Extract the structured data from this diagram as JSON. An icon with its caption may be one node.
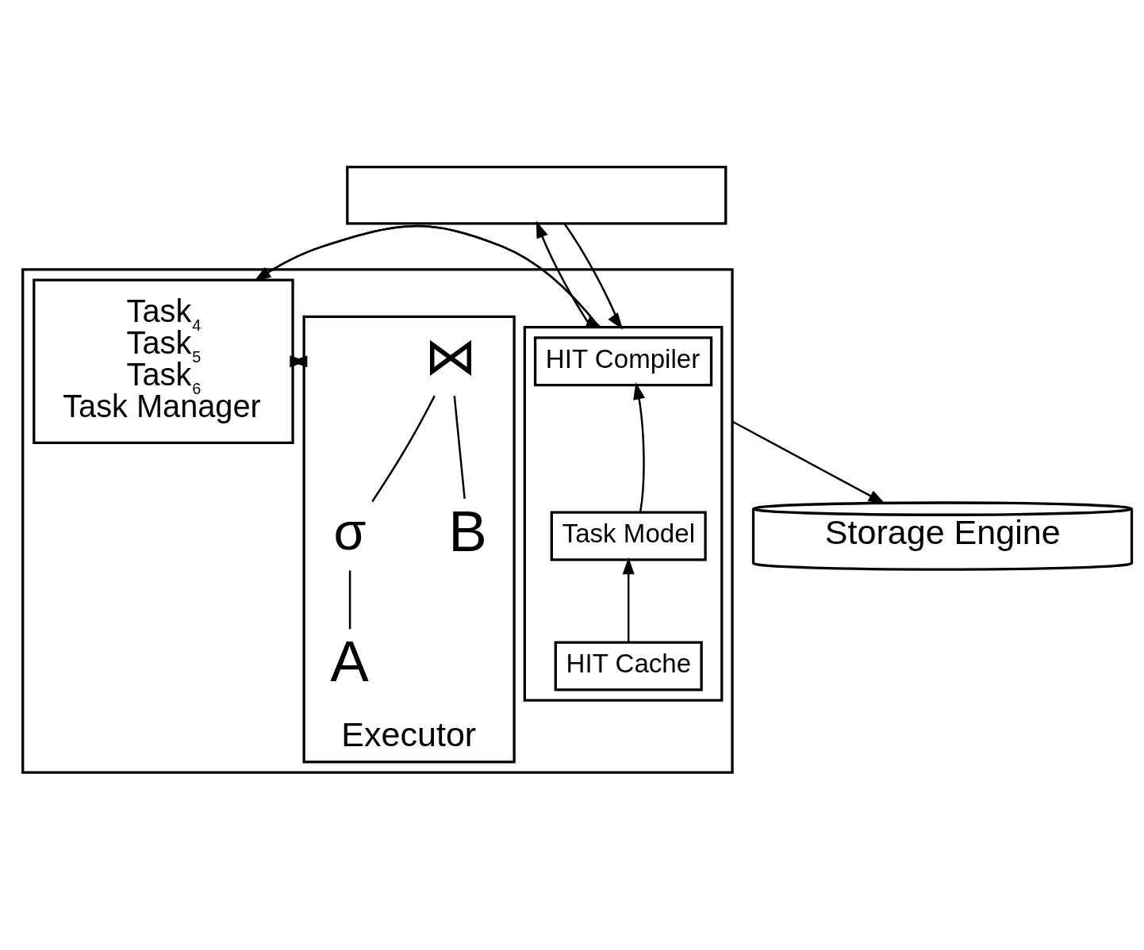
{
  "diagram": {
    "nodes": [
      {
        "text": [],
        "shape": "box"
      },
      {
        "text": [],
        "shape": "box"
      },
      {
        "text": [],
        "shape": "box",
        "in": 1
      },
      {
        "text": [
          "HIT Compiler"
        ],
        "in": 2
      },
      {
        "text": [
          "Task Model"
        ],
        "in": 2
      },
      {
        "text": [
          "HIT Cache"
        ],
        "in": 2
      },
      {
        "text": [
          "Task$_{4}$",
          "Task$_{5}$",
          "Task$_{6}$",
          "Task Manager"
        ],
        "in": 1
      },
      {
        "text": [
          "Executor"
        ],
        "in": 1
      },
      {
        "text": [
          "⋈"
        ],
        "in": 7
      },
      {
        "text": [
          "σ"
        ],
        "in": 7
      },
      {
        "text": [
          "A"
        ],
        "in": 7
      },
      {
        "text": [
          "B"
        ],
        "in": 7
      },
      {
        "text": [
          "Storage Engine"
        ]
      }
    ],
    "edges": [
      {
        "from": 2,
        "to": 0,
        "arrow": "to"
      },
      {
        "from": 0,
        "to": 2,
        "arrow": "to"
      },
      {
        "from": 5,
        "to": 4,
        "arrow": "to"
      },
      {
        "from": 4,
        "to": 3,
        "arrow": "to"
      },
      {
        "from": 2,
        "to": 6,
        "arrow": "to"
      },
      {
        "from": 6,
        "to": 7,
        "arrow": "to"
      },
      {
        "from": 7,
        "to": 6,
        "arrow": "to"
      },
      {
        "from": 6,
        "to": 2,
        "arrow": "to"
      },
      {
        "from": 8,
        "to": 9,
        "arrow": "none"
      },
      {
        "from": 9,
        "to": 10,
        "arrow": "none"
      },
      {
        "from": 8,
        "to": 11,
        "arrow": "none"
      },
      {
        "from": 1,
        "to": 12,
        "arrow": "to"
      }
    ]
  }
}
